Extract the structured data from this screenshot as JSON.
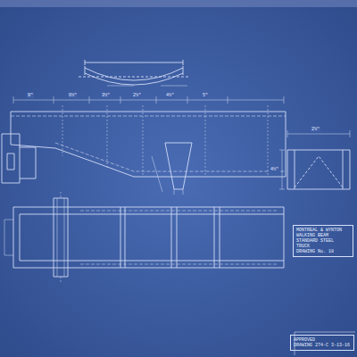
{
  "diagram": {
    "nodes": [
      {
        "text": [
          "MONTREAL & WYNTON",
          "WALKING BEAM",
          "STANDARD STEEL",
          "TRUCK",
          "DRAWING No. 18"
        ]
      },
      {
        "text": [
          "APPROVED",
          "DRAWING 274-C 3-13-16"
        ]
      }
    ],
    "labels": [
      "9\"",
      "6½\"",
      "3½\"",
      "2½\"",
      "4½\"",
      "5\"",
      "2½\"",
      "4½\""
    ]
  }
}
